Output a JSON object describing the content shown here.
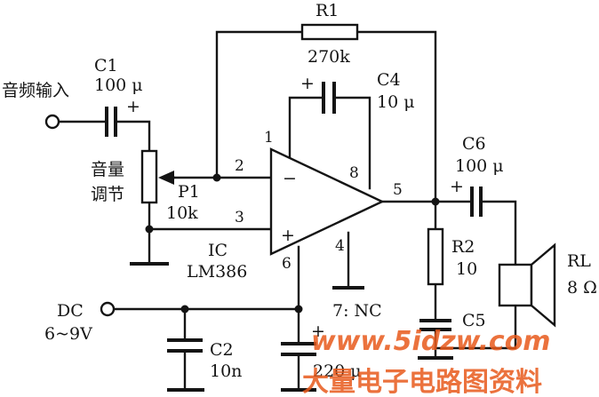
{
  "diagram": {
    "input_label": "音频输入",
    "volume_label_line1": "音量",
    "volume_label_line2": "调节",
    "dc_label": "DC",
    "dc_range": "6~9V",
    "nc_note": "7: NC"
  },
  "components": {
    "C1": {
      "name": "C1",
      "value": "100 μ",
      "plus": "+"
    },
    "R1": {
      "name": "R1",
      "value": "270k"
    },
    "C4": {
      "name": "C4",
      "value": "10 μ",
      "plus": "+"
    },
    "P1": {
      "name": "P1",
      "value": "10k"
    },
    "IC": {
      "name": "IC",
      "value": "LM386",
      "minus": "−",
      "plus": "+"
    },
    "C6": {
      "name": "C6",
      "value": "100 μ",
      "plus": "+"
    },
    "R2": {
      "name": "R2",
      "value": "10"
    },
    "C5": {
      "name": "C5"
    },
    "RL": {
      "name": "RL",
      "value": "8 Ω"
    },
    "C2": {
      "name": "C2",
      "value": "10n"
    },
    "C3": {
      "value": "220 μ",
      "plus": "+"
    }
  },
  "pins": {
    "p1": "1",
    "p2": "2",
    "p3": "3",
    "p4": "4",
    "p5": "5",
    "p6": "6",
    "p8": "8"
  },
  "watermark": {
    "url": "www.5idzw.com",
    "site": "大量电子电路图资料"
  },
  "colors": {
    "ink": "#141414",
    "watermark": "#e85a1c"
  }
}
